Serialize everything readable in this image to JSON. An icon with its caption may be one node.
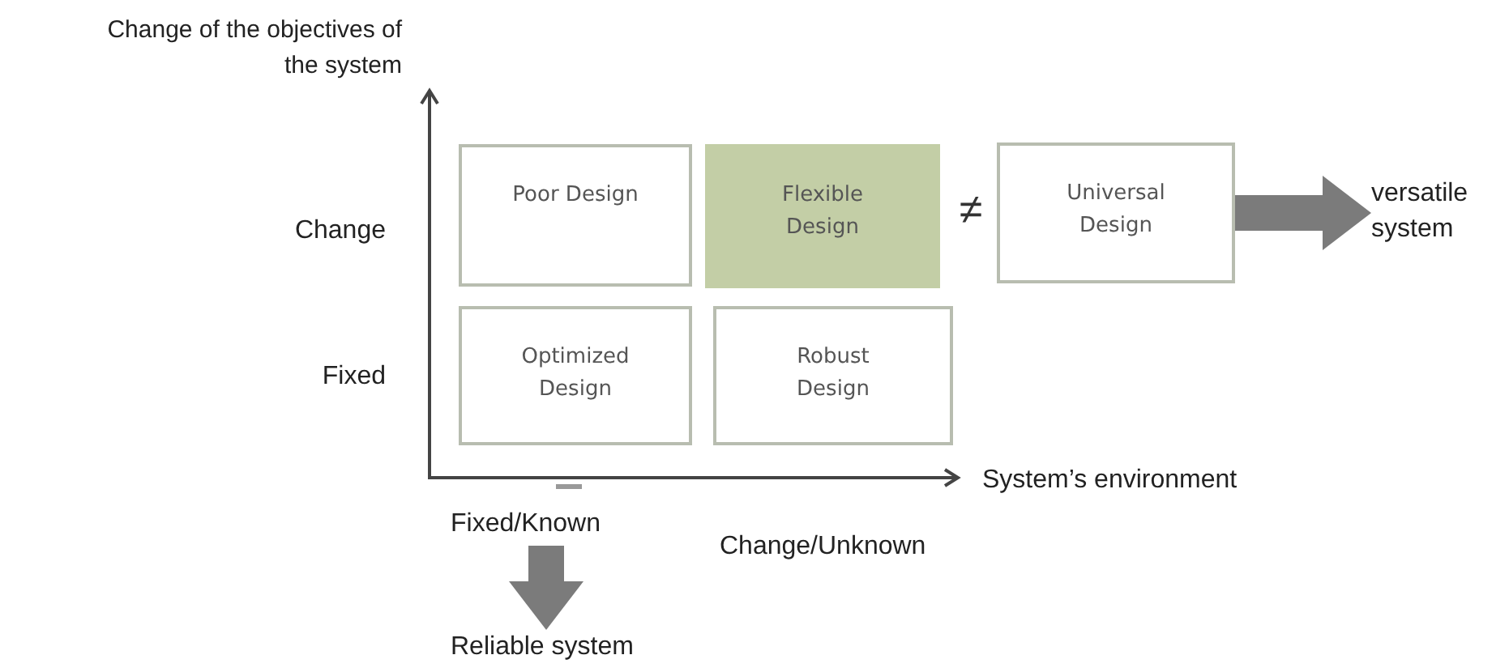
{
  "diagram": {
    "nodes": [
      {
        "text": [
          "Poor Design"
        ]
      },
      {
        "text": [
          "Flexible Design"
        ]
      },
      {
        "text": [
          "Universal Design"
        ]
      },
      {
        "text": [
          "Optimized Design"
        ]
      },
      {
        "text": [
          "Robust Design"
        ]
      },
      {
        "text": [
          "versatile system"
        ]
      },
      {
        "text": [
          "Fixed/Known"
        ]
      },
      {
        "text": [
          "Reliable system"
        ]
      }
    ],
    "edges": [
      {
        "from": 2,
        "to": 5,
        "arrow": "to"
      },
      {
        "from": 6,
        "to": 7,
        "arrow": "to"
      }
    ],
    "labels": [
      "Change of the objectives of the system",
      "Change",
      "Fixed",
      "≠",
      "System’s environment",
      "Change/Unknown"
    ]
  }
}
